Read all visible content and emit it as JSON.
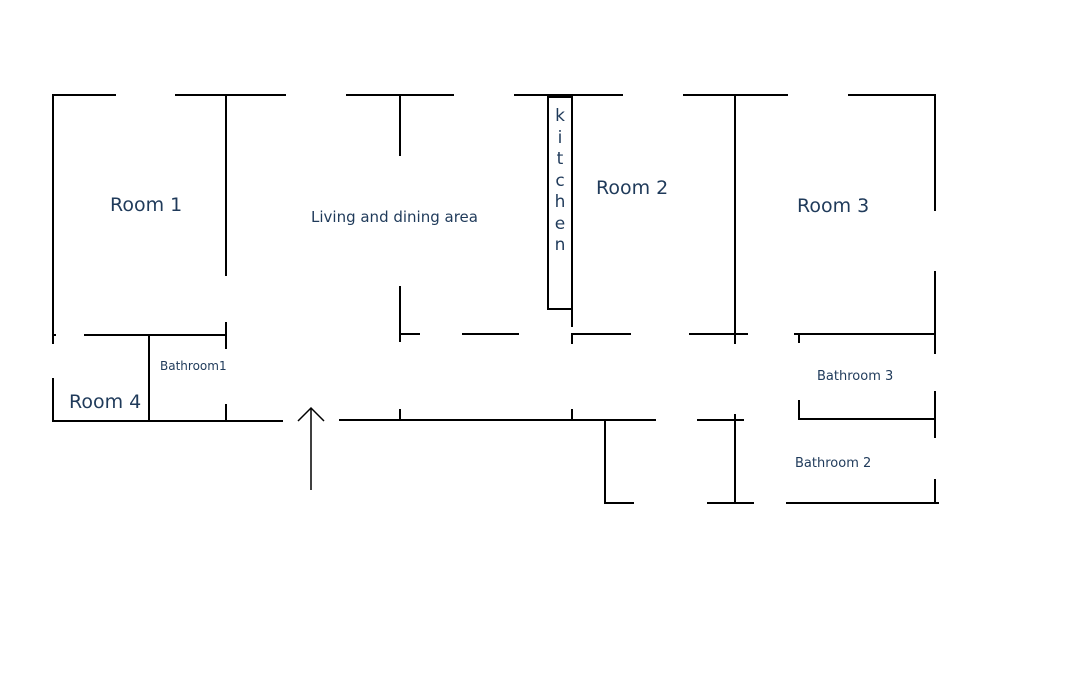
{
  "floor_plan": {
    "rooms": {
      "room1": "Room 1",
      "room2": "Room 2",
      "room3": "Room 3",
      "room4": "Room 4",
      "living": "Living and dining area",
      "kitchen": "kitchen",
      "bathroom1": "Bathroom1",
      "bathroom2": "Bathroom 2",
      "bathroom3": "Bathroom 3"
    },
    "entrance_icon": "up-arrow-icon",
    "colors": {
      "wall": "#000000",
      "label": "#1f3a5a",
      "background": "#ffffff"
    }
  }
}
